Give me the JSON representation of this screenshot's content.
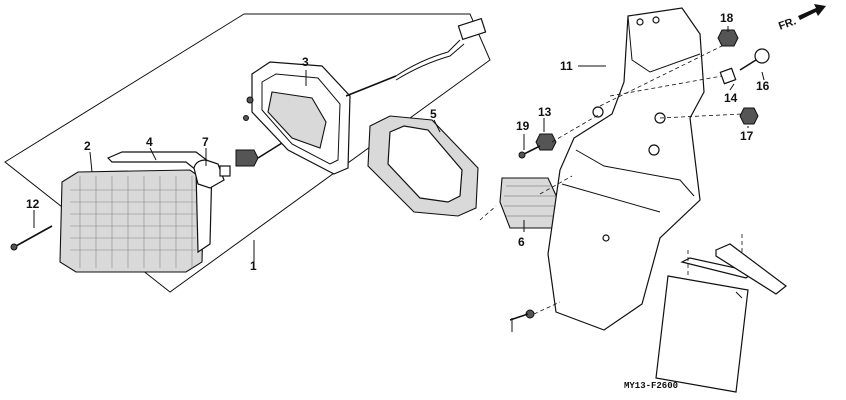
{
  "diagram": {
    "code": "MY13-F2600",
    "direction_label": "FR.",
    "callouts": [
      "1",
      "2",
      "3",
      "4",
      "5",
      "6",
      "7",
      "11",
      "12",
      "13",
      "14",
      "16",
      "17",
      "18",
      "19"
    ]
  },
  "colors": {
    "ink": "#111111",
    "shade": "#d9d9d9",
    "paper": "#ffffff"
  }
}
